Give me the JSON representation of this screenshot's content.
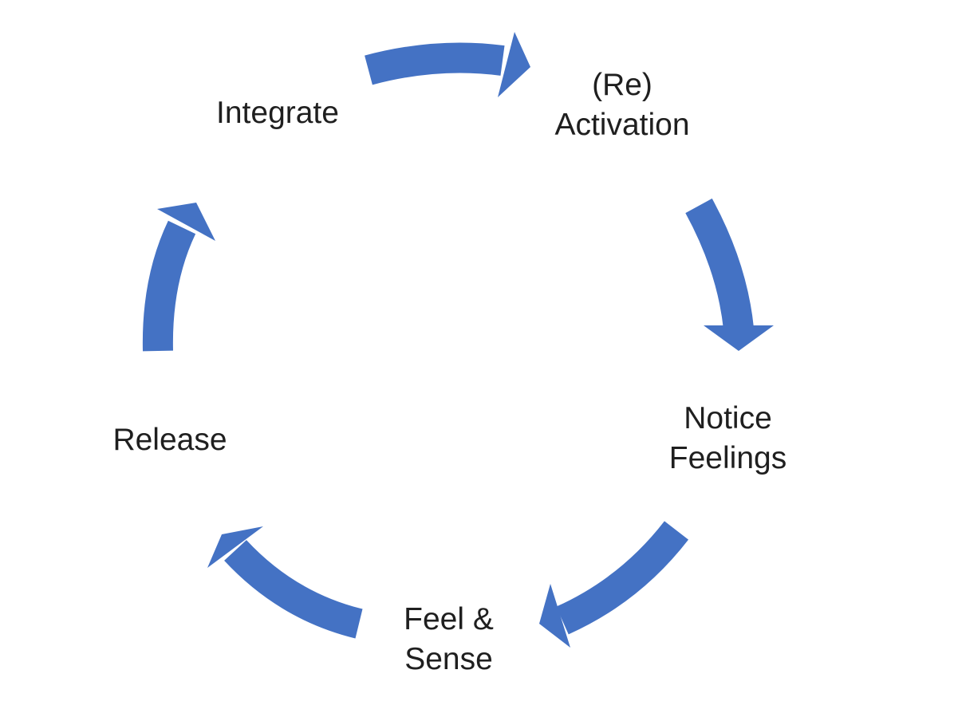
{
  "diagram": {
    "type": "cycle",
    "arrow_color": "#4472C4",
    "steps": [
      {
        "id": "integrate",
        "lines": [
          "Integrate"
        ]
      },
      {
        "id": "reactivation",
        "lines": [
          "(Re)",
          "Activation"
        ]
      },
      {
        "id": "notice-feelings",
        "lines": [
          "Notice",
          "Feelings"
        ]
      },
      {
        "id": "feel-sense",
        "lines": [
          "Feel &",
          "Sense"
        ]
      },
      {
        "id": "release",
        "lines": [
          "Release"
        ]
      }
    ]
  }
}
